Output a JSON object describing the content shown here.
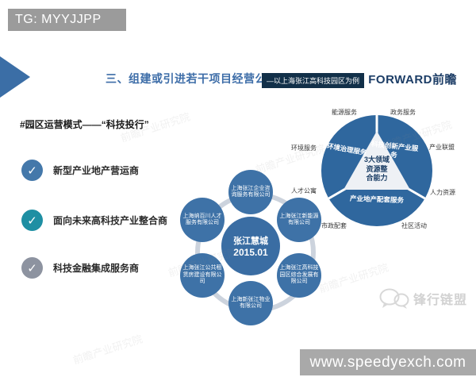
{
  "top_banner": {
    "text": "TG: MYYJJPP"
  },
  "header": {
    "title": "三、组建或引进若干项目经营公司",
    "tag": "—以上海张江高科技园区为例",
    "brand": "FORWARD前瞻"
  },
  "left_panel": {
    "heading_prefix": "#园区运营模式——",
    "heading_em": "“科技投行”",
    "items": [
      {
        "label": "新型产业地产营运商",
        "color": "#4478aa"
      },
      {
        "label": "面向未来高科技产业整合商",
        "color": "#1e8fa3"
      },
      {
        "label": "科技金融集成服务商",
        "color": "#8d93a0"
      }
    ]
  },
  "icons": {
    "check": "✓"
  },
  "hub": {
    "center_line1": "张江慧城",
    "center_line2": "2015.01",
    "satellites": [
      "上海张江企业咨询服务有限公司",
      "上海张江新能源有限公司",
      "上海张江高科技园区综合发展有限公司",
      "上海新张江物业有限公司",
      "上海张江公共租赁房建设有限公司",
      "上海纳百川人才服务有限公司"
    ]
  },
  "wheel": {
    "center_line1": "3大领域",
    "center_line2": "资源整",
    "center_line3": "合能力",
    "sectors": [
      "环境治理服务",
      "科技创新产业服务",
      "产业地产配套服务"
    ],
    "outer_labels": [
      "能源服务",
      "政务服务",
      "产业联盟",
      "人力资源",
      "社区活动",
      "市政配套",
      "人才公寓",
      "环境服务"
    ]
  },
  "watermark": {
    "logo_text": "锋行链盟",
    "diagonal_text": "前瞻产业研究院"
  },
  "footer": {
    "url": "www.speedyexch.com"
  },
  "colors": {
    "title_blue": "#3d6da8",
    "tag_bg": "#123049",
    "brand_navy": "#1c3d66",
    "hub_circle": "#3e72a7",
    "wheel_blue": "#2f679e",
    "banner_gray": "#a9a9a9",
    "tg_banner_gray": "#9b9b9b"
  }
}
